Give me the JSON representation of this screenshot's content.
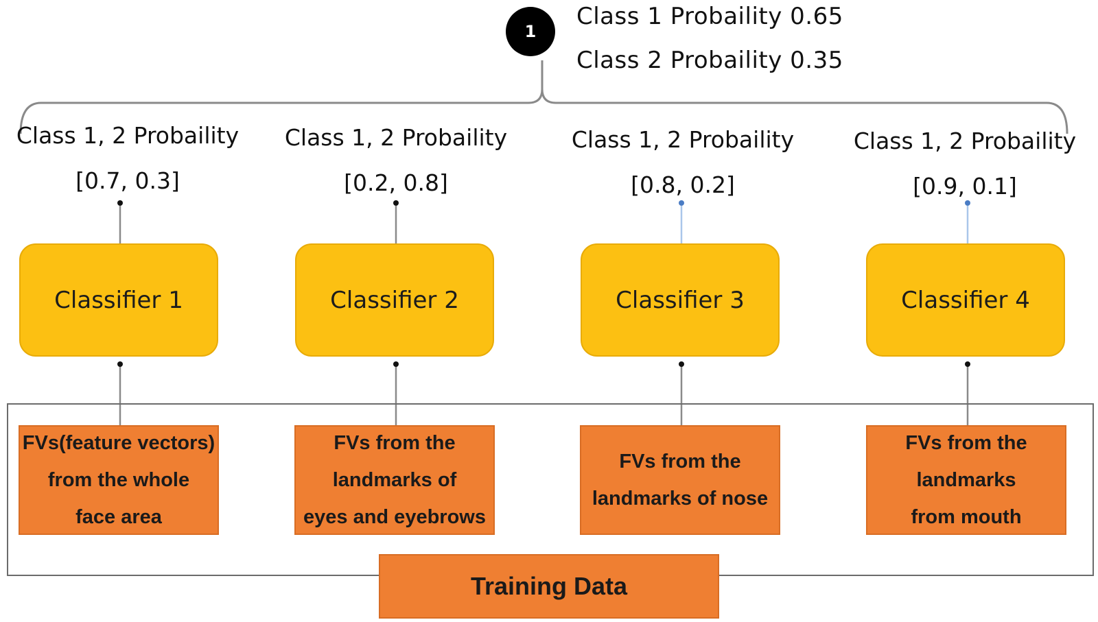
{
  "ensemble": {
    "node_label": "1",
    "class1_line": "Class 1 Probaility 0.65",
    "class2_line": "Class 2 Probaility 0.35"
  },
  "branches": [
    {
      "prob_title": "Class 1, 2 Probaility",
      "prob_values": "[0.7, 0.3]",
      "classifier": "Classifier 1",
      "features": [
        "FVs(feature vectors)",
        "from the whole",
        "face area"
      ]
    },
    {
      "prob_title": "Class 1, 2 Probaility",
      "prob_values": "[0.2, 0.8]",
      "classifier": "Classifier 2",
      "features": [
        "FVs from the",
        "landmarks of",
        "eyes and eyebrows"
      ]
    },
    {
      "prob_title": "Class 1, 2 Probaility",
      "prob_values": "[0.8, 0.2]",
      "classifier": "Classifier 3",
      "features": [
        "FVs from the",
        "landmarks of nose"
      ]
    },
    {
      "prob_title": "Class 1, 2 Probaility",
      "prob_values": "[0.9, 0.1]",
      "classifier": "Classifier 4",
      "features": [
        "FVs from the",
        "landmarks",
        "from mouth"
      ]
    }
  ],
  "training_label": "Training Data",
  "colors": {
    "classifier_fill": "#fcc012",
    "feature_fill": "#ef7f32",
    "node_fill": "#000000",
    "connector": "#8a8a8a"
  }
}
